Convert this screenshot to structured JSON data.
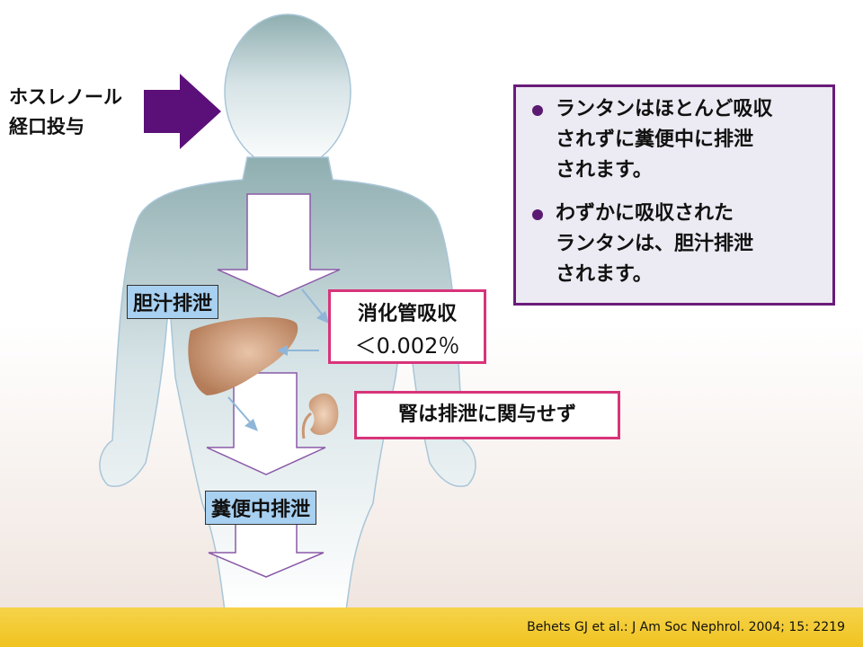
{
  "dosage": {
    "line1": "ホスレノール",
    "line2": "経口投与"
  },
  "labels": {
    "bile": "胆汁排泄",
    "gi_title": "消化管吸収",
    "gi_value": "＜0.002％",
    "kidney": "腎は排泄に関与せず",
    "fecal": "糞便中排泄"
  },
  "notes": [
    {
      "lines": [
        "ランタンはほとんど吸収",
        "されずに糞便中に排泄",
        "されます。"
      ]
    },
    {
      "lines": [
        "わずかに吸収された",
        "ランタンは、胆汁排泄",
        "されます。"
      ]
    }
  ],
  "citation": "Behets GJ et al.: J Am Soc Nephrol. 2004; 15: 2219",
  "colors": {
    "body": "#b7cfcf",
    "arrow_purple": "#5b1079",
    "box_border": "#6a1b7a",
    "pink": "#d8347a",
    "footer": "#f2c82c"
  }
}
